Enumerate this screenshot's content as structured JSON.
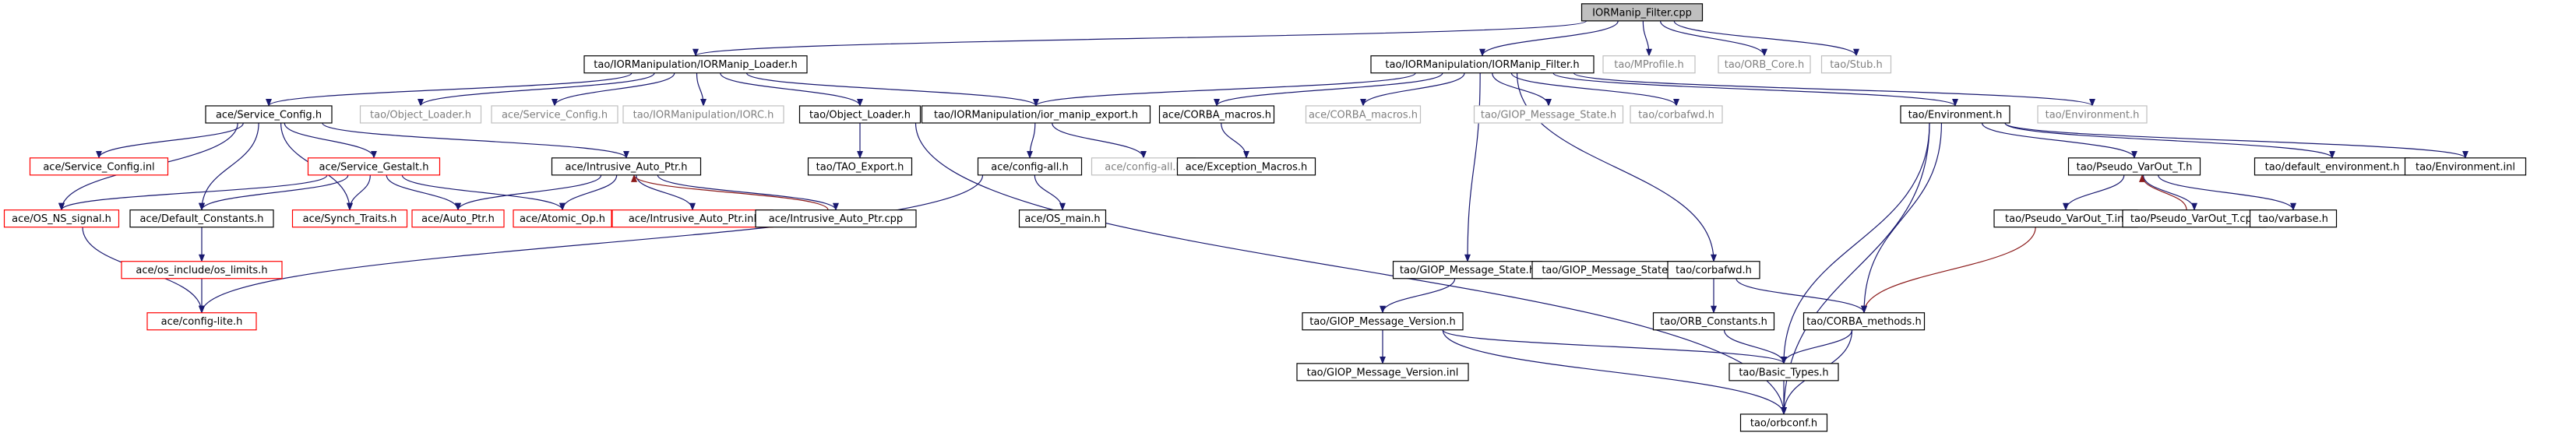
{
  "colors": {
    "edge": "#191970",
    "edge_alt": "#8b1a1a",
    "border_black": "#000000",
    "border_red": "#ff0000",
    "border_gray": "#bfbfbf",
    "fill_root": "#bfbfbf",
    "text_black": "#000000",
    "text_gray": "#7f7f7f"
  },
  "nodes": {
    "n_root": "IORManip_Filter.cpp",
    "n_loader_h": "tao/IORManipulation/IORManip_Loader.h",
    "n_filter_h": "tao/IORManipulation/IORManip_Filter.h",
    "n_mprofile": "tao/MProfile.h",
    "n_orb_core": "tao/ORB_Core.h",
    "n_stub": "tao/Stub.h",
    "n_service_config": "ace/Service_Config.h",
    "n_tao_object_loader_gray": "tao/Object_Loader.h",
    "n_ace_service_config_gray": "ace/Service_Config.h",
    "n_iorc": "tao/IORManipulation/IORC.h",
    "n_object_loader": "tao/Object_Loader.h",
    "n_export": "tao/IORManipulation/ior_manip_export.h",
    "n_corba_macros": "ace/CORBA_macros.h",
    "n_corba_macros_gray": "ace/CORBA_macros.h",
    "n_giop_mstate_gray": "tao/GIOP_Message_State.h",
    "n_corbafwd_gray": "tao/corbafwd.h",
    "n_environment": "tao/Environment.h",
    "n_environment_gray": "tao/Environment.h",
    "n_service_config_inl": "ace/Service_Config.inl",
    "n_service_gestalt": "ace/Service_Gestalt.h",
    "n_intrusive_h": "ace/Intrusive_Auto_Ptr.h",
    "n_tao_export": "tao/TAO_Export.h",
    "n_config_all": "ace/config-all.h",
    "n_config_all_gray": "ace/config-all.h",
    "n_exception_macros": "ace/Exception_Macros.h",
    "n_pseudo_varout_t": "tao/Pseudo_VarOut_T.h",
    "n_default_env": "tao/default_environment.h",
    "n_environment_inl": "tao/Environment.inl",
    "n_os_ns_signal": "ace/OS_NS_signal.h",
    "n_default_constants": "ace/Default_Constants.h",
    "n_synch_traits": "ace/Synch_Traits.h",
    "n_auto_ptr": "ace/Auto_Ptr.h",
    "n_atomic_op": "ace/Atomic_Op.h",
    "n_intrusive_inl": "ace/Intrusive_Auto_Ptr.inl",
    "n_intrusive_cpp": "ace/Intrusive_Auto_Ptr.cpp",
    "n_os_main": "ace/OS_main.h",
    "n_pseudo_varout_inl": "tao/Pseudo_VarOut_T.inl",
    "n_pseudo_varout_cpp": "tao/Pseudo_VarOut_T.cpp",
    "n_varbase": "tao/varbase.h",
    "n_os_limits": "ace/os_include/os_limits.h",
    "n_giop_mstate": "tao/GIOP_Message_State.h",
    "n_giop_mstate_inl": "tao/GIOP_Message_State.inl",
    "n_corbafwd": "tao/corbafwd.h",
    "n_config_lite": "ace/config-lite.h",
    "n_giop_mversion": "tao/GIOP_Message_Version.h",
    "n_orb_constants": "tao/ORB_Constants.h",
    "n_corba_methods": "tao/CORBA_methods.h",
    "n_giop_mversion_inl": "tao/GIOP_Message_Version.inl",
    "n_basic_types": "tao/Basic_Types.h",
    "n_orbconf": "tao/orbconf.h"
  }
}
